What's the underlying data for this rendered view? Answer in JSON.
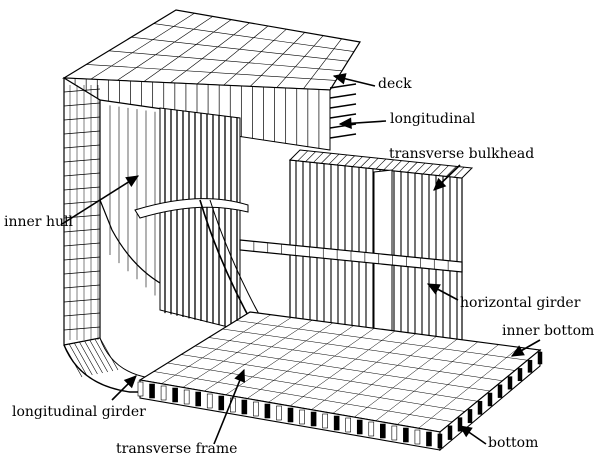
{
  "figure": {
    "subject": "ship hull cross-section structure",
    "ink_color": "#000000",
    "paper_color": "#ffffff"
  },
  "labels": {
    "deck": "deck",
    "longitudinal": "longitudinal",
    "transverse_bulkhead": "transverse bulkhead",
    "inner_hull": "inner hull",
    "horizontal_girder": "horizontal girder",
    "inner_bottom": "inner bottom",
    "longitudinal_girder": "longitudinal girder",
    "transverse_frame": "transverse frame",
    "bottom": "bottom"
  }
}
